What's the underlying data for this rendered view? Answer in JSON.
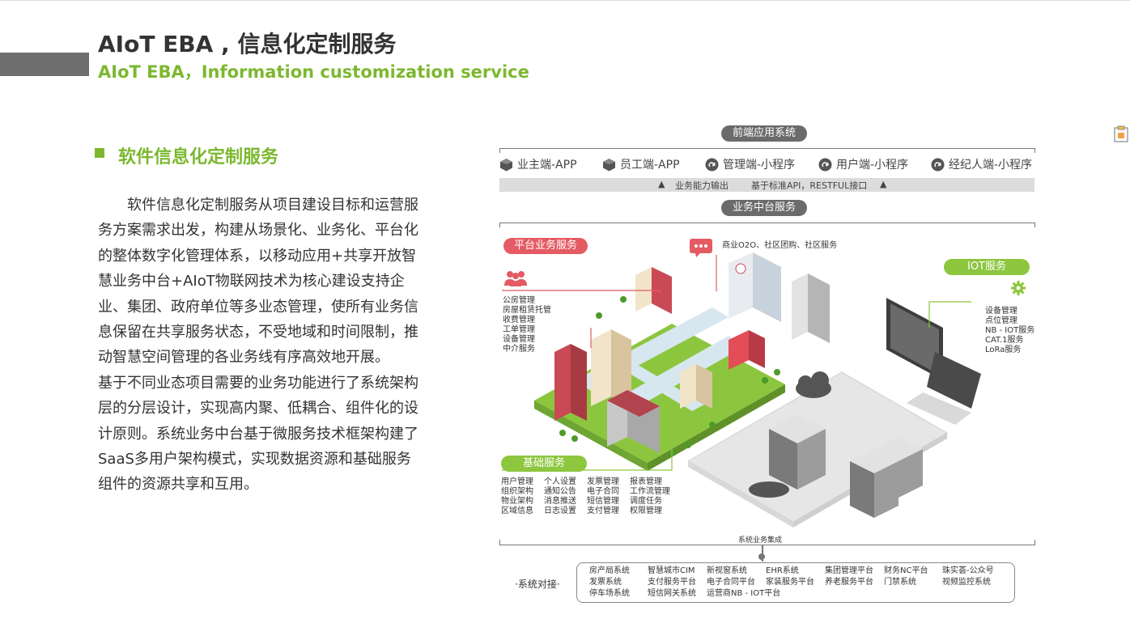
{
  "header": {
    "title_cn": "AIoT EBA , 信息化定制服务",
    "title_en": "AIoT EBA，Information customization service"
  },
  "section": {
    "title": "软件信息化定制服务",
    "paragraphs": [
      "软件信息化定制服务从项目建设目标和运营服务方案需求出发，构建从场景化、业务化、平台化的整体数字化管理体系，以移动应用+共享开放智慧业务中台+AIoT物联网技术为核心建设支持企业、集团、政府单位等多业态管理，使所有业务信息保留在共享服务状态，不受地域和时间限制，推动智慧空间管理的各业务线有序高效地开展。",
      "基于不同业态项目需要的业务功能进行了系统架构层的分层设计，实现高内聚、低耦合、组件化的设计原则。系统业务中台基于微服务技术框架构建了SaaS多用户架构模式，实现数据资源和基础服务组件的资源共享和互用。"
    ]
  },
  "diagram": {
    "frontend_label": "前端应用系统",
    "apps": [
      "业主端-APP",
      "员工端-APP",
      "管理端-小程序",
      "用户端-小程序",
      "经纪人端-小程序"
    ],
    "capability_bar": {
      "left": "业务能力输出",
      "right": "基于标准API，RESTFUL接口"
    },
    "middle_label": "业务中台服务",
    "platform": {
      "label": "平台业务服务",
      "items": [
        "公房管理",
        "房屋租赁托管",
        "收费管理",
        "工单管理",
        "设备管理",
        "中介服务"
      ]
    },
    "commerce_label": "商业O2O、社区团购、社区服务",
    "iot": {
      "label": "IOT服务",
      "items": [
        "设备管理",
        "点位管理",
        "NB - IOT服务",
        "CAT.1服务",
        "LoRa服务"
      ]
    },
    "basic": {
      "label": "基础服务",
      "columns": [
        [
          "用户管理",
          "组织架构",
          "物业架构",
          "区域信息"
        ],
        [
          "个人设置",
          "通知公告",
          "消息推送",
          "日志设置"
        ],
        [
          "发票管理",
          "电子合同",
          "短信管理",
          "支付管理"
        ],
        [
          "报表管理",
          "工作流管理",
          "调度任务",
          "权限管理"
        ]
      ]
    },
    "integration_label": "系统业务集成",
    "connect_label": "·系统对接·",
    "systems": [
      [
        "房产局系统",
        "发票系统",
        "停车场系统"
      ],
      [
        "智慧城市CIM",
        "支付服务平台",
        "短信网关系统"
      ],
      [
        "新视窗系统",
        "电子合同平台",
        "运营商NB - IOT平台"
      ],
      [
        "EHR系统",
        "家装服务平台"
      ],
      [
        "集团管理平台",
        "养老服务平台"
      ],
      [
        "财务NC平台",
        "门禁系统"
      ],
      [
        "珠实荟-公众号",
        "视频监控系统"
      ]
    ]
  },
  "colors": {
    "accent_green": "#7cb82f",
    "pill_red": "#e45b63",
    "pill_gray": "#6b6b6b"
  }
}
